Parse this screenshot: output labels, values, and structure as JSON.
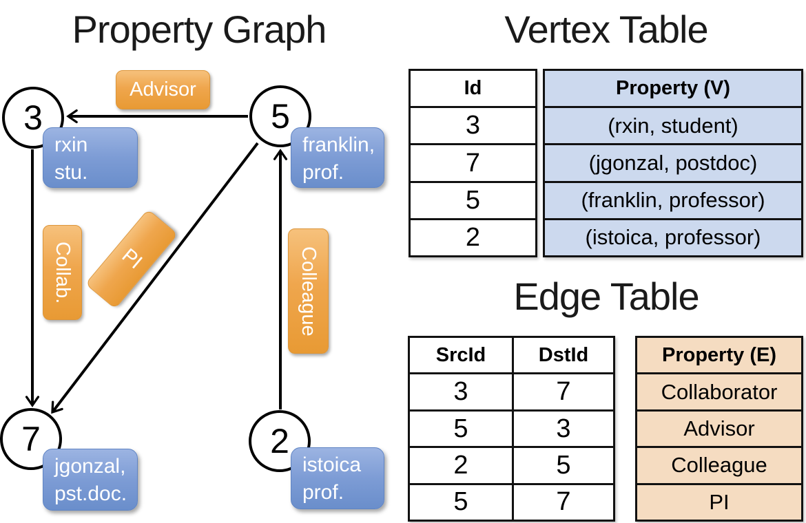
{
  "graph": {
    "title": "Property Graph",
    "nodes": [
      {
        "id": "3",
        "property_lines": [
          "rxin",
          "stu."
        ]
      },
      {
        "id": "5",
        "property_lines": [
          "franklin,",
          "prof."
        ]
      },
      {
        "id": "7",
        "property_lines": [
          "jgonzal,",
          "pst.doc."
        ]
      },
      {
        "id": "2",
        "property_lines": [
          "istoica",
          "prof."
        ]
      }
    ],
    "edges": [
      {
        "src": "5",
        "dst": "3",
        "label": "Advisor"
      },
      {
        "src": "3",
        "dst": "7",
        "label": "Collab."
      },
      {
        "src": "5",
        "dst": "7",
        "label": "PI"
      },
      {
        "src": "2",
        "dst": "5",
        "label": "Colleague"
      }
    ]
  },
  "vertex_table": {
    "title": "Vertex Table",
    "columns": [
      "Id",
      "Property (V)"
    ],
    "rows": [
      [
        "3",
        "(rxin, student)"
      ],
      [
        "7",
        "(jgonzal, postdoc)"
      ],
      [
        "5",
        "(franklin, professor)"
      ],
      [
        "2",
        "(istoica, professor)"
      ]
    ]
  },
  "edge_table": {
    "title": "Edge Table",
    "columns": [
      "SrcId",
      "DstId",
      "Property (E)"
    ],
    "rows": [
      [
        "3",
        "7",
        "Collaborator"
      ],
      [
        "5",
        "3",
        "Advisor"
      ],
      [
        "2",
        "5",
        "Colleague"
      ],
      [
        "5",
        "7",
        "PI"
      ]
    ]
  },
  "colors": {
    "edge_label_fill": "#efa64d",
    "vertex_box_fill": "#7d9cd5",
    "vertex_table_property_bg": "#ccd9ee",
    "edge_table_property_bg": "#f5dcc1",
    "line": "#000000",
    "label_text": "#ffffff"
  }
}
